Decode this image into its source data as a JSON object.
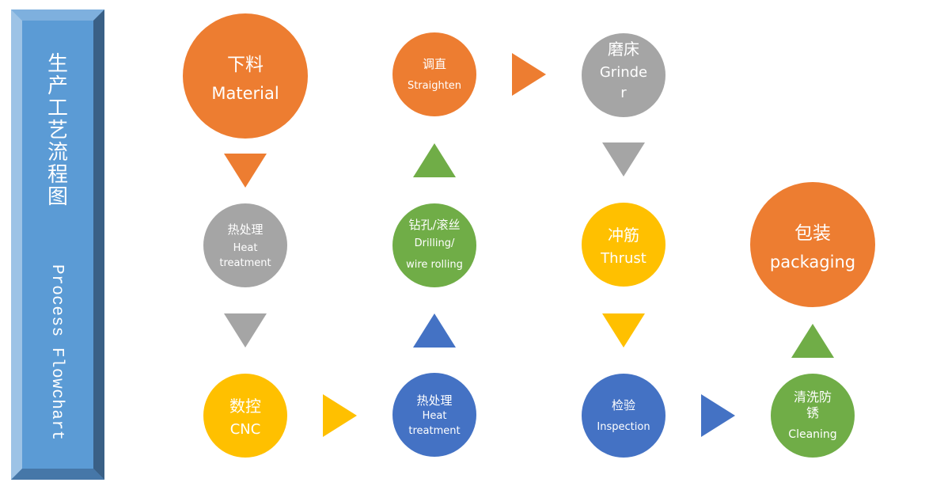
{
  "colors": {
    "orange": "#ED7D31",
    "gray": "#A5A5A5",
    "yellow": "#FFC000",
    "green": "#70AD47",
    "blue": "#4472C4",
    "sidebar": "#5B9BD5"
  },
  "sidebar": {
    "title_cn": "生产工艺流程图",
    "title_en": "Process Flowchart"
  },
  "steps": [
    {
      "cn": "下料",
      "en": "Material",
      "color": "orange"
    },
    {
      "cn": "热处理",
      "en": "Heat treatment",
      "color": "gray"
    },
    {
      "cn": "数控",
      "en": "CNC",
      "color": "yellow"
    },
    {
      "cn": "热处理",
      "en": "Heat treatment",
      "color": "blue"
    },
    {
      "cn": "钻孔/滚丝",
      "en": "Drilling/ wire rolling",
      "color": "green"
    },
    {
      "cn": "调直",
      "en": "Straighten",
      "color": "orange"
    },
    {
      "cn": "磨床",
      "en": "Grinder",
      "color": "gray"
    },
    {
      "cn": "冲筋",
      "en": "Thrust",
      "color": "yellow"
    },
    {
      "cn": "检验",
      "en": "Inspection",
      "color": "blue"
    },
    {
      "cn": "清洗防锈",
      "en": "Cleaning",
      "color": "green"
    },
    {
      "cn": "包装",
      "en": "packaging",
      "color": "orange"
    }
  ],
  "arrows": [
    {
      "from": "Material",
      "to": "Heat treatment",
      "direction": "down",
      "color": "orange"
    },
    {
      "from": "Heat treatment",
      "to": "CNC",
      "direction": "down",
      "color": "gray"
    },
    {
      "from": "CNC",
      "to": "Heat treatment",
      "direction": "right",
      "color": "yellow"
    },
    {
      "from": "Heat treatment",
      "to": "Drilling/ wire rolling",
      "direction": "up",
      "color": "blue"
    },
    {
      "from": "Drilling/ wire rolling",
      "to": "Straighten",
      "direction": "up",
      "color": "green"
    },
    {
      "from": "Straighten",
      "to": "Grinder",
      "direction": "right",
      "color": "orange"
    },
    {
      "from": "Grinder",
      "to": "Thrust",
      "direction": "down",
      "color": "gray"
    },
    {
      "from": "Thrust",
      "to": "Inspection",
      "direction": "down",
      "color": "yellow"
    },
    {
      "from": "Inspection",
      "to": "Cleaning",
      "direction": "right",
      "color": "blue"
    },
    {
      "from": "Cleaning",
      "to": "packaging",
      "direction": "up",
      "color": "green"
    }
  ]
}
